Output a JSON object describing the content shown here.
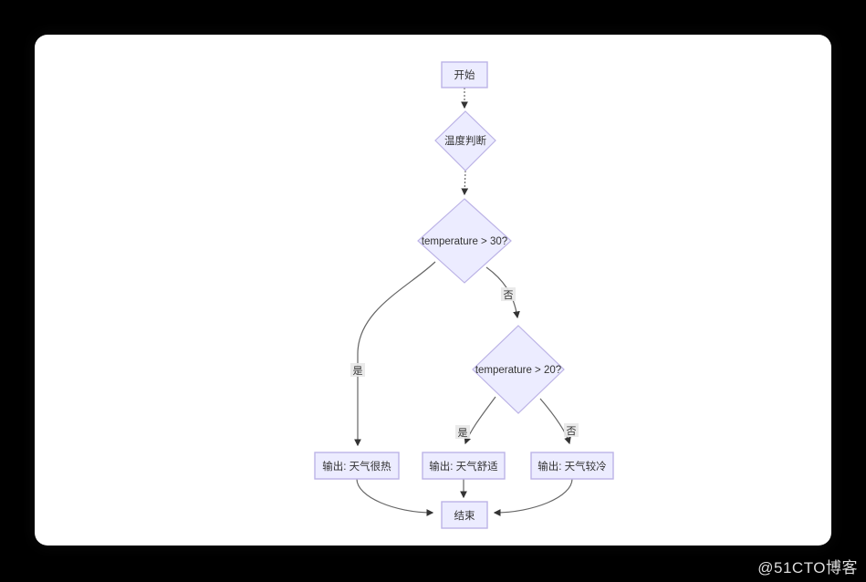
{
  "page": {
    "background": "#000000",
    "card_background": "#ffffff",
    "watermark": "@51CTO博客"
  },
  "flowchart": {
    "colors": {
      "node_fill": "#ECECFF",
      "node_border": "#BCB3E6",
      "edge_color": "#666666",
      "arrow_color": "#333333",
      "label_bg": "#e8e8e8",
      "text_color": "#333333"
    },
    "nodes": {
      "start": {
        "label": "开始",
        "shape": "rect"
      },
      "temp_check": {
        "label": "温度判断",
        "shape": "diamond"
      },
      "cond30": {
        "label": "temperature > 30?",
        "shape": "diamond"
      },
      "cond20": {
        "label": "temperature > 20?",
        "shape": "diamond"
      },
      "out_hot": {
        "label": "输出: 天气很热",
        "shape": "rect"
      },
      "out_comfort": {
        "label": "输出: 天气舒适",
        "shape": "rect"
      },
      "out_cold": {
        "label": "输出: 天气较冷",
        "shape": "rect"
      },
      "end": {
        "label": "结束",
        "shape": "rect"
      }
    },
    "edges": {
      "start_to_check": {
        "from": "start",
        "to": "temp_check",
        "style": "dotted",
        "label": ""
      },
      "check_to_cond30": {
        "from": "temp_check",
        "to": "cond30",
        "style": "dotted",
        "label": ""
      },
      "cond30_yes": {
        "from": "cond30",
        "to": "out_hot",
        "style": "solid",
        "label": "是"
      },
      "cond30_no": {
        "from": "cond30",
        "to": "cond20",
        "style": "solid",
        "label": "否"
      },
      "cond20_yes": {
        "from": "cond20",
        "to": "out_comfort",
        "style": "solid",
        "label": "是"
      },
      "cond20_no": {
        "from": "cond20",
        "to": "out_cold",
        "style": "solid",
        "label": "否"
      },
      "hot_to_end": {
        "from": "out_hot",
        "to": "end",
        "style": "solid",
        "label": ""
      },
      "comfort_to_end": {
        "from": "out_comfort",
        "to": "end",
        "style": "solid",
        "label": ""
      },
      "cold_to_end": {
        "from": "out_cold",
        "to": "end",
        "style": "solid",
        "label": ""
      }
    }
  }
}
